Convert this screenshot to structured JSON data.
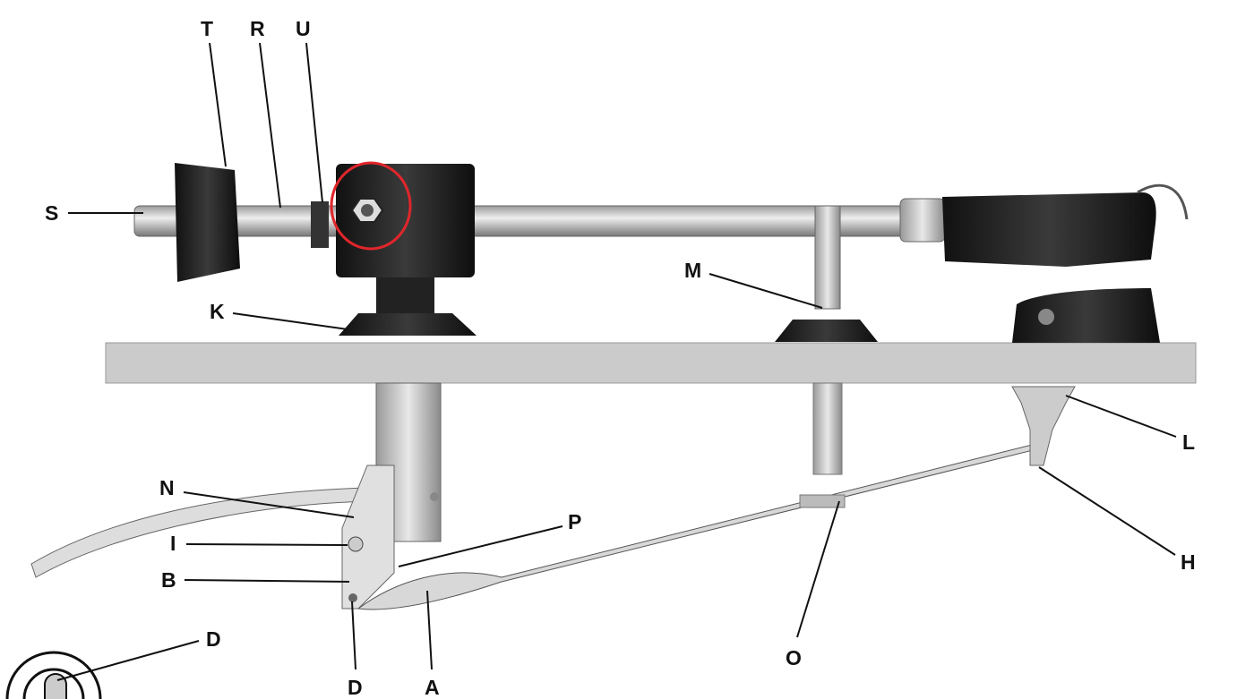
{
  "diagram": {
    "labels": {
      "T": "T",
      "R": "R",
      "U": "U",
      "S": "S",
      "K": "K",
      "M": "M",
      "L": "L",
      "H": "H",
      "N": "N",
      "I": "I",
      "B": "B",
      "P": "P",
      "D1": "D",
      "D2": "D",
      "A": "A",
      "O": "O"
    },
    "highlight_color": "#e0262b"
  }
}
